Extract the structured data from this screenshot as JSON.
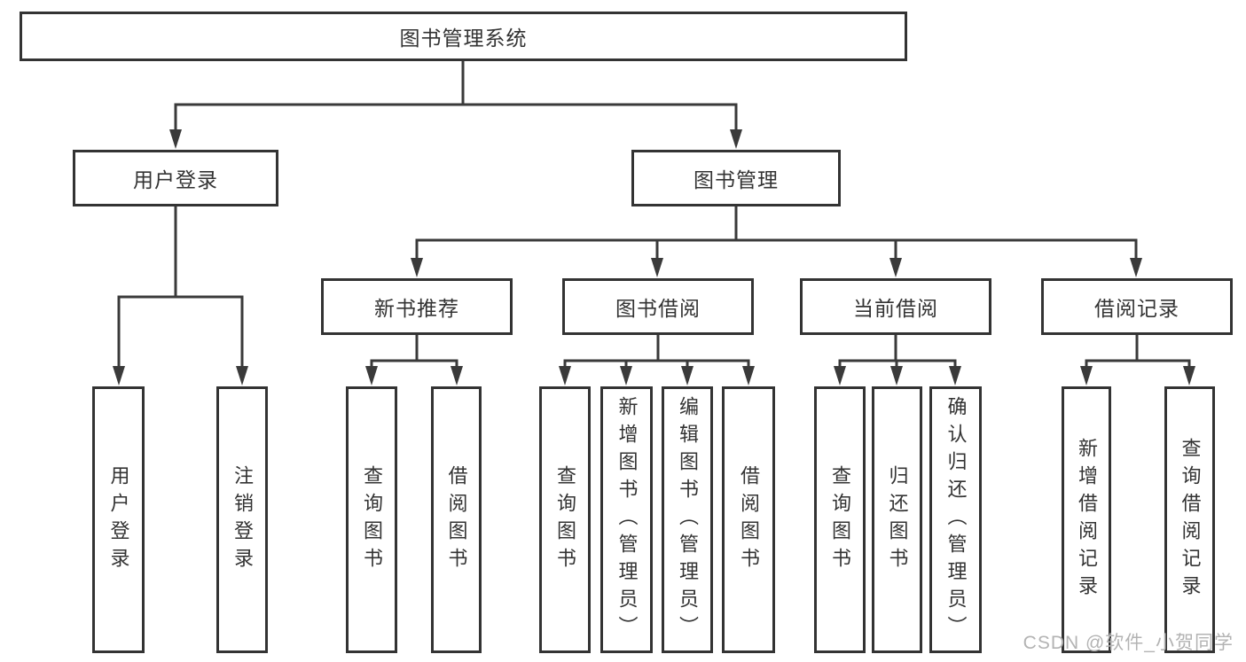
{
  "diagram": {
    "root": {
      "label": "图书管理系统"
    },
    "branches": [
      {
        "label": "用户登录",
        "children": [
          {
            "label": "用户登录"
          },
          {
            "label": "注销登录"
          }
        ]
      },
      {
        "label": "图书管理",
        "children": [
          {
            "label": "新书推荐",
            "children": [
              {
                "label": "查询图书"
              },
              {
                "label": "借阅图书"
              }
            ]
          },
          {
            "label": "图书借阅",
            "children": [
              {
                "label": "查询图书"
              },
              {
                "label": "新增图书（管理员）"
              },
              {
                "label": "编辑图书（管理员）"
              },
              {
                "label": "借阅图书"
              }
            ]
          },
          {
            "label": "当前借阅",
            "children": [
              {
                "label": "查询图书"
              },
              {
                "label": "归还图书"
              },
              {
                "label": "确认归还（管理员）"
              }
            ]
          },
          {
            "label": "借阅记录",
            "children": [
              {
                "label": "新增借阅记录"
              },
              {
                "label": "查询借阅记录"
              }
            ]
          }
        ]
      }
    ]
  },
  "watermark": {
    "text": "CSDN @软件_小贺同学"
  },
  "colors": {
    "line": "#3a3a3a",
    "box_border": "#333333",
    "text": "#333333",
    "watermark": "#b3b3b3",
    "background": "#ffffff"
  }
}
